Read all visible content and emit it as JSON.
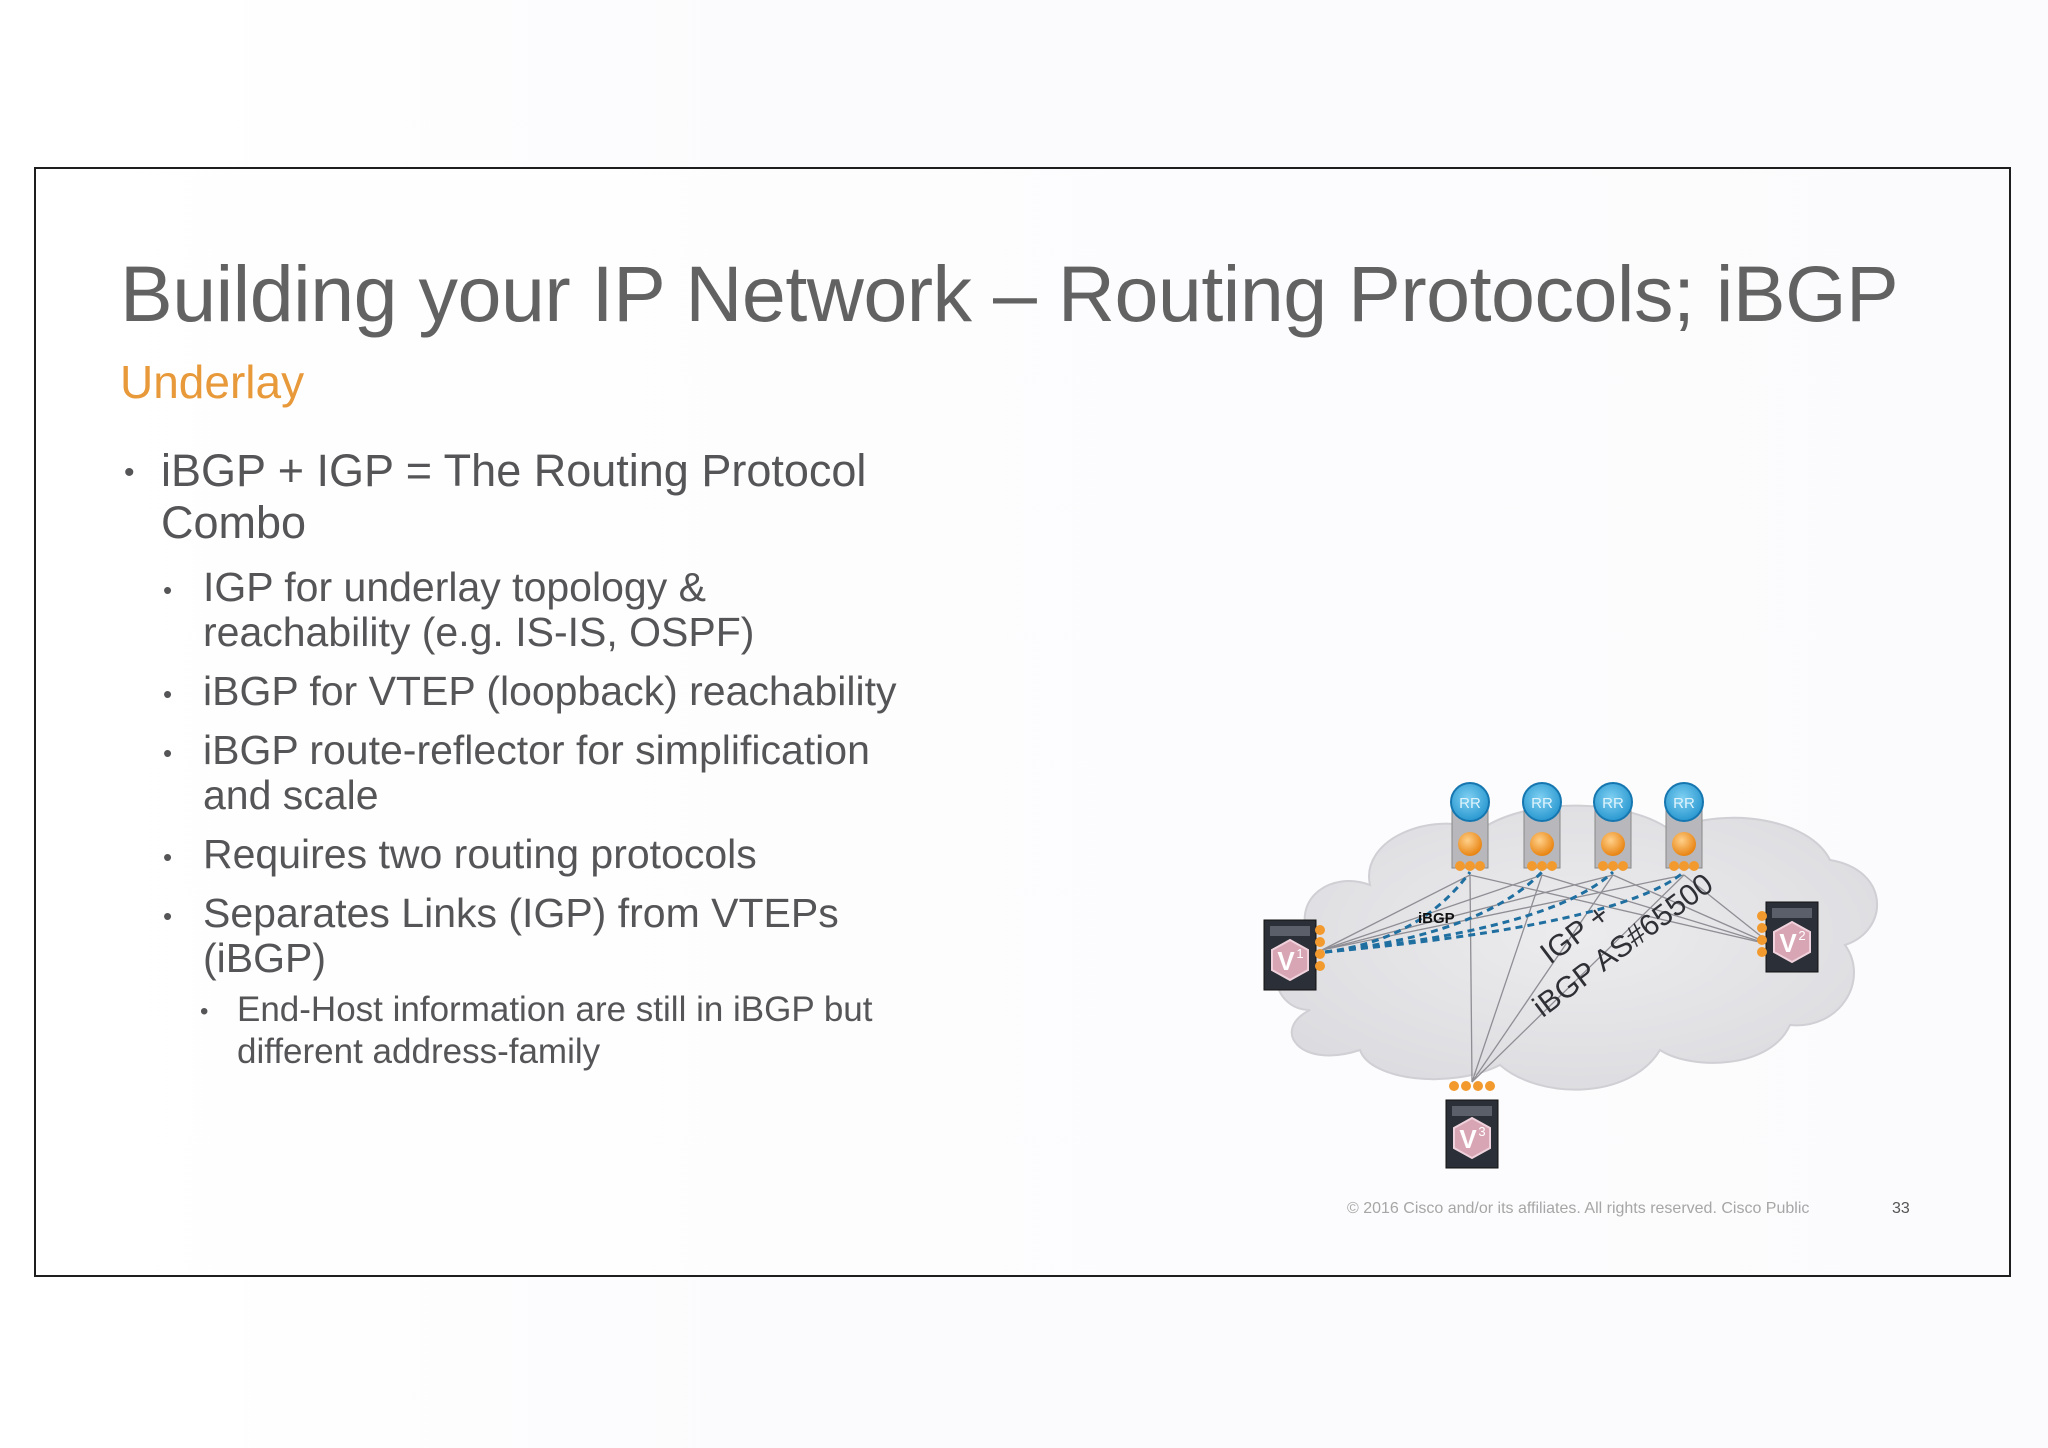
{
  "slide": {
    "title": "Building your IP Network – Routing Protocols; iBGP",
    "subtitle": "Underlay",
    "bullets": [
      {
        "level": 1,
        "lines": [
          "iBGP + IGP = The Routing Protocol",
          "Combo"
        ]
      },
      {
        "level": 2,
        "lines": [
          "IGP for underlay topology &",
          "reachability (e.g. IS-IS, OSPF)"
        ]
      },
      {
        "level": 2,
        "lines": [
          "iBGP for VTEP (loopback) reachability"
        ]
      },
      {
        "level": 2,
        "lines": [
          "iBGP route-reflector for simplification",
          "and scale"
        ]
      },
      {
        "level": 2,
        "lines": [
          "Requires two routing protocols"
        ]
      },
      {
        "level": 2,
        "lines": [
          "Separates Links (IGP) from VTEPs",
          "(iBGP)"
        ]
      },
      {
        "level": 3,
        "lines": [
          "End-Host information are still in iBGP but",
          "different address-family"
        ]
      }
    ],
    "footer": "© 2016  Cisco and/or its affiliates. All rights reserved.   Cisco Public",
    "page_number": "33"
  },
  "diagram": {
    "rr_label": "RR",
    "vtep_labels": [
      "V",
      "V",
      "V"
    ],
    "vtep_superscripts": [
      "1",
      "2",
      "3"
    ],
    "ibgp_label": "iBGP",
    "cloud_label_line1": "IGP +",
    "cloud_label_line2": "iBGP AS#65500"
  },
  "colors": {
    "title": "#626262",
    "subtitle": "#e8993a",
    "body_text": "#555558",
    "rr_blue": "#3aa8dc",
    "ibgp_dashed": "#1f6fa0",
    "orange_port": "#f29a2e",
    "vtep_pink": "#d8a5b4"
  }
}
